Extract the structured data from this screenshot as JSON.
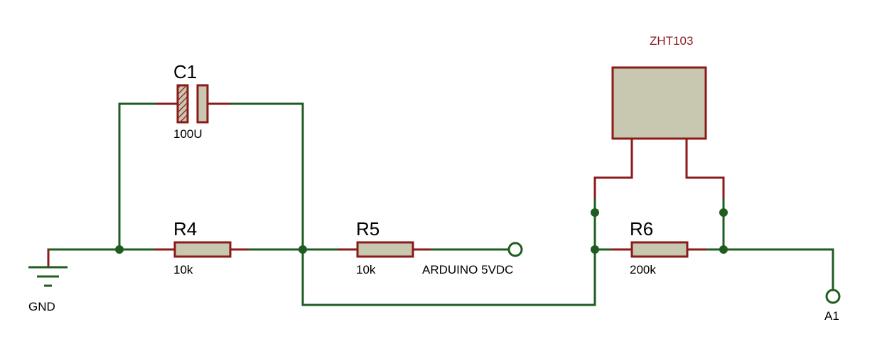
{
  "colors": {
    "wire": "#1f5c1f",
    "lead": "#8b1a1a",
    "body": "#c8c8b0"
  },
  "components": {
    "c1": {
      "ref": "C1",
      "value": "100U",
      "icon": "polarized-capacitor-icon"
    },
    "r4": {
      "ref": "R4",
      "value": "10k",
      "icon": "resistor-icon"
    },
    "r5": {
      "ref": "R5",
      "value": "10k",
      "icon": "resistor-icon"
    },
    "r6": {
      "ref": "R6",
      "value": "200k",
      "icon": "resistor-icon"
    },
    "sensor": {
      "part": "ZHT103",
      "icon": "sensor-block-icon"
    }
  },
  "nets": {
    "gnd": "GND",
    "vcc": "ARDUINO 5VDC",
    "out": "A1"
  }
}
